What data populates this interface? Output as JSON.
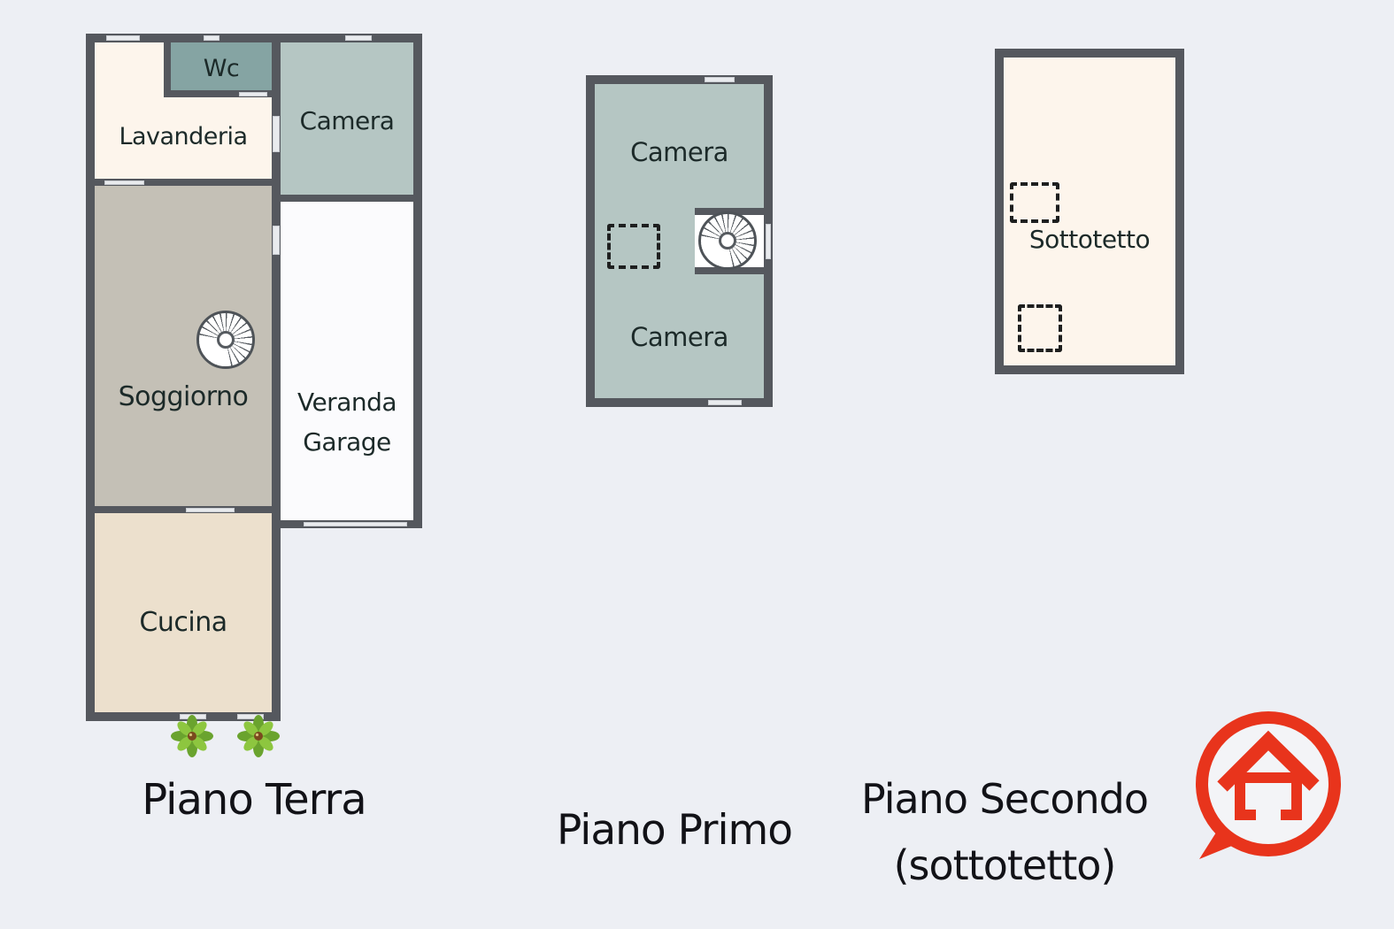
{
  "palette": {
    "bg": "#edeff4",
    "wall": "#55585e",
    "win": "#e9ebee",
    "cream": "#fdf5ec",
    "tealdark": "#85a4a3",
    "teal": "#b5c6c3",
    "gray": "#c4c0b6",
    "beige": "#ece0cd",
    "white-room": "#fbfbfd",
    "label": "#1c2a29",
    "caption": "#121217",
    "brand-red": "#e8341c",
    "leaf-dark": "#6aa32e",
    "leaf-light": "#8dc63f",
    "soil": "#7a4a1e"
  },
  "floors": {
    "terra": {
      "caption": "Piano Terra",
      "rooms": {
        "wc": "Wc",
        "lavanderia": "Lavanderia",
        "camera": "Camera",
        "soggiorno": "Soggiorno",
        "veranda_line1": "Veranda",
        "veranda_line2": "Garage",
        "cucina": "Cucina"
      }
    },
    "primo": {
      "caption": "Piano Primo",
      "rooms": {
        "camera_nord": "Camera",
        "camera_sud": "Camera"
      }
    },
    "secondo": {
      "caption_line1": "Piano Secondo",
      "caption_line2": "(sottotetto)",
      "rooms": {
        "sottotetto": "Sottotetto"
      }
    }
  }
}
